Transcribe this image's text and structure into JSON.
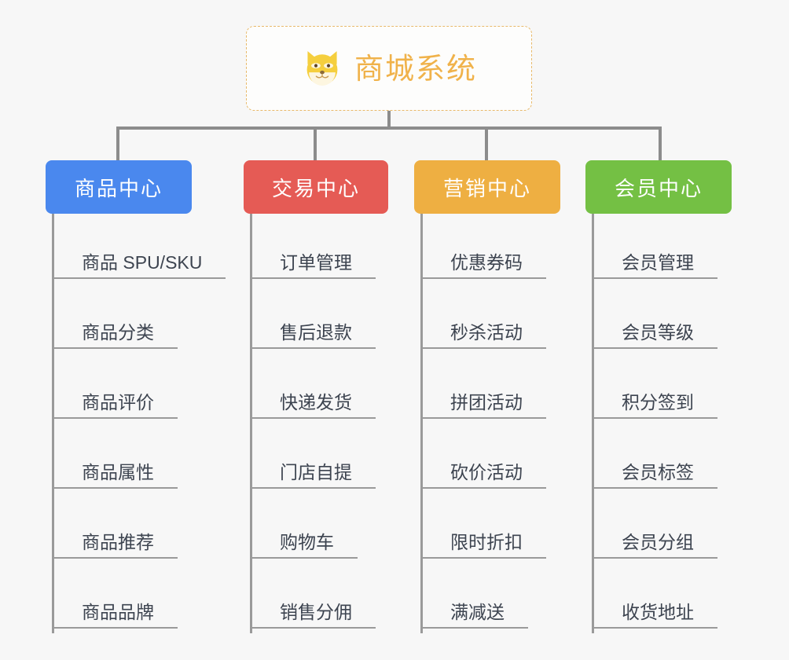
{
  "diagram": {
    "type": "mind-map",
    "background_color": "#f7f7f7",
    "root": {
      "title": "商城系统",
      "icon": "shiba-dog-emoji",
      "border_color": "#e8b96a",
      "text_color": "#f0b24a"
    },
    "connector_color": "#8c8c8c",
    "leaf_line_color": "#9a9a9a",
    "leaf_text_color": "#3d4450",
    "branches": [
      {
        "label": "商品中心",
        "color": "#4a88ee",
        "items": [
          "商品 SPU/SKU",
          "商品分类",
          "商品评价",
          "商品属性",
          "商品推荐",
          "商品品牌"
        ]
      },
      {
        "label": "交易中心",
        "color": "#e55b55",
        "items": [
          "订单管理",
          "售后退款",
          "快递发货",
          "门店自提",
          "购物车",
          "销售分佣"
        ]
      },
      {
        "label": "营销中心",
        "color": "#eeaf42",
        "items": [
          "优惠券码",
          "秒杀活动",
          "拼团活动",
          "砍价活动",
          "限时折扣",
          "满减送"
        ]
      },
      {
        "label": "会员中心",
        "color": "#74c044",
        "items": [
          "会员管理",
          "会员等级",
          "积分签到",
          "会员标签",
          "会员分组",
          "收货地址"
        ]
      }
    ]
  }
}
